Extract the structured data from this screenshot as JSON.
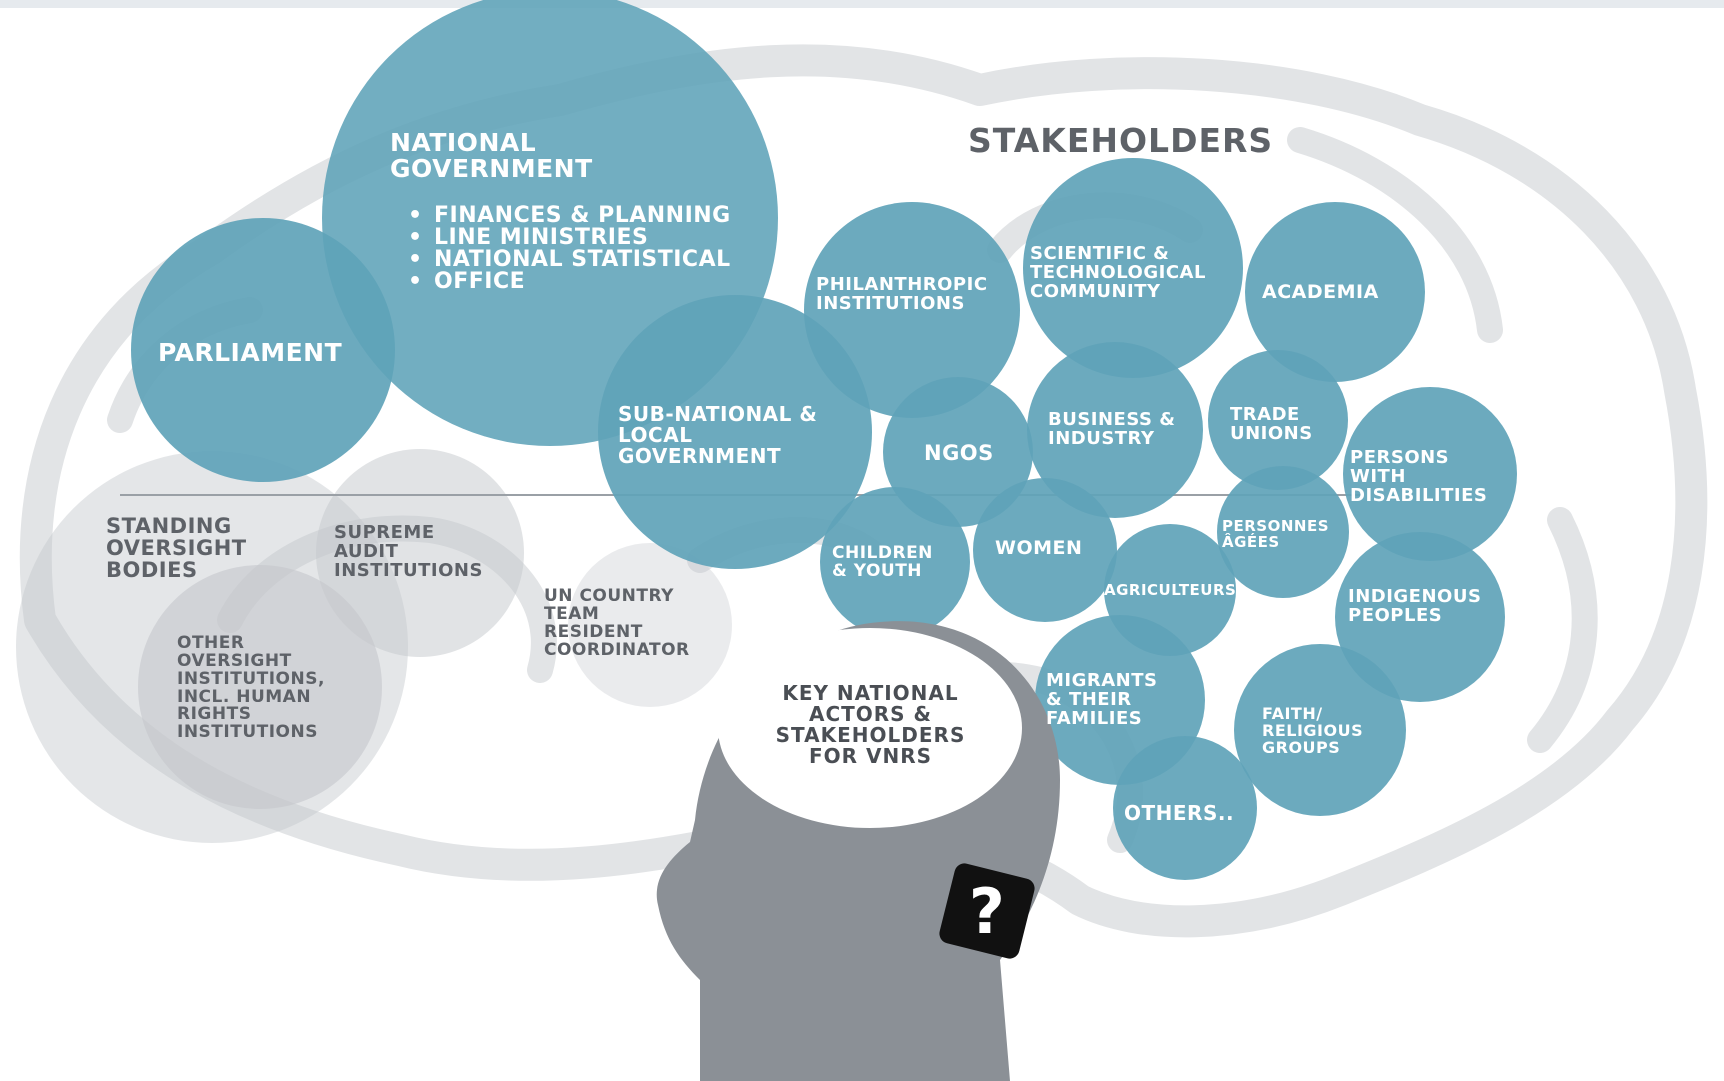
{
  "labels": {
    "national_government": [
      "NATIONAL",
      "GOVERNMENT"
    ],
    "national_government_items": [
      "FINANCES & PLANNING",
      "LINE MINISTRIES",
      "NATIONAL STATISTICAL",
      "OFFICE"
    ],
    "parliament": [
      "PARLIAMENT"
    ],
    "sub_national": [
      "SUB-NATIONAL &",
      "LOCAL",
      "GOVERNMENT"
    ],
    "stakeholders_heading": "STAKEHOLDERS",
    "philanthropic": [
      "PHILANTHROPIC",
      "INSTITUTIONS"
    ],
    "scientific": [
      "SCIENTIFIC &",
      "TECHNOLOGICAL",
      "COMMUNITY"
    ],
    "academia": [
      "ACADEMIA"
    ],
    "ngos": [
      "NGOS"
    ],
    "business": [
      "BUSINESS &",
      "INDUSTRY"
    ],
    "trade_unions": [
      "TRADE",
      "UNIONS"
    ],
    "persons_disabilities": [
      "PERSONS",
      "WITH",
      "DISABILITIES"
    ],
    "children_youth": [
      "CHILDREN",
      "& YOUTH"
    ],
    "women": [
      "WOMEN"
    ],
    "personnes_agees": [
      "PERSONNES",
      "ÂGÉES"
    ],
    "agriculteurs": [
      "AGRICULTEURS"
    ],
    "indigenous": [
      "INDIGENOUS",
      "PEOPLES"
    ],
    "migrants": [
      "MIGRANTS",
      "& THEIR",
      "FAMILIES"
    ],
    "faith": [
      "FAITH/",
      "RELIGIOUS",
      "GROUPS"
    ],
    "others": [
      "OTHERS.."
    ],
    "standing_oversight": [
      "STANDING",
      "OVERSIGHT",
      "BODIES"
    ],
    "supreme_audit": [
      "SUPREME",
      "AUDIT",
      "INSTITUTIONS"
    ],
    "un_country_team": [
      "UN COUNTRY",
      "TEAM",
      "RESIDENT",
      "COORDINATOR"
    ],
    "other_oversight": [
      "OTHER",
      "OVERSIGHT",
      "INSTITUTIONS,",
      "INCL. HUMAN",
      "RIGHTS",
      "INSTITUTIONS"
    ],
    "key_national": [
      "KEY NATIONAL",
      "ACTORS &",
      "STAKEHOLDERS",
      "FOR VNRS"
    ]
  },
  "question_mark": "?",
  "icons": [
    "question-mark-icon",
    "head-silhouette-icon",
    "brain-icon"
  ],
  "colors": {
    "teal": "#5fa3b8",
    "gray_circle": "#c4c7cb",
    "head": "#8b9096",
    "text_dark": "#5e6268",
    "brain_outline": "#e2e4e6"
  }
}
